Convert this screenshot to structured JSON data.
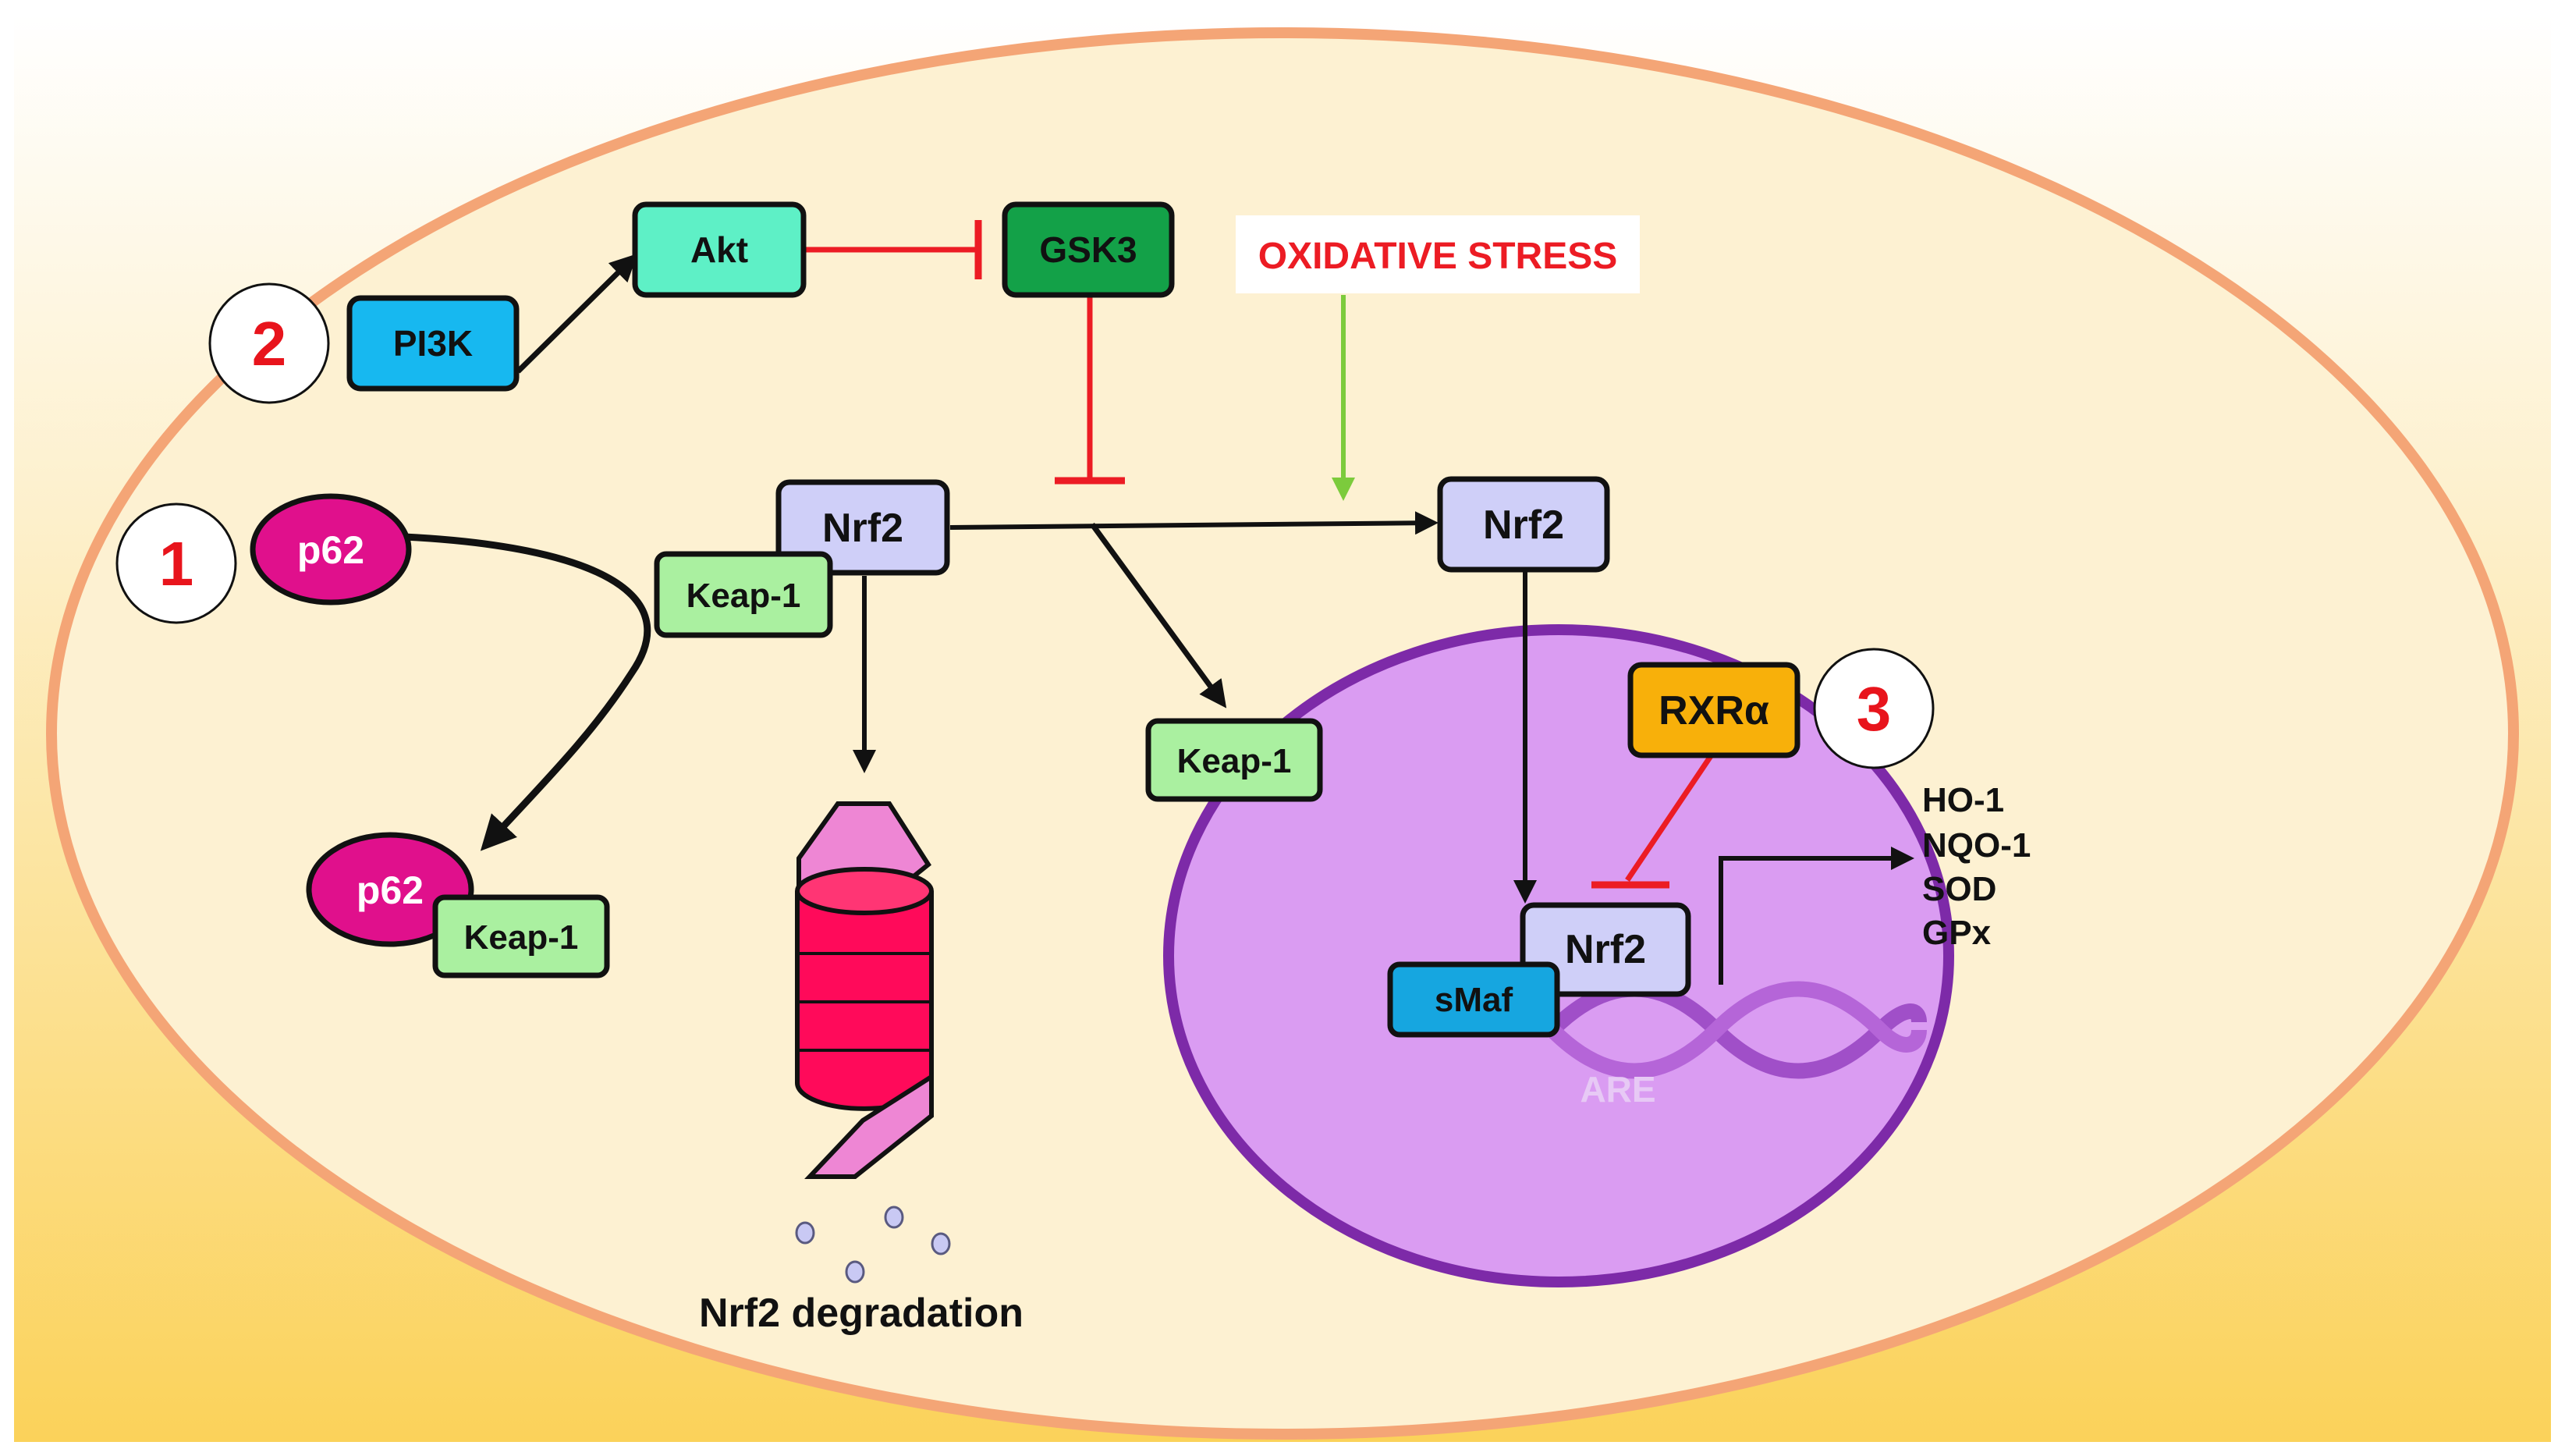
{
  "labels": {
    "pi3k": "PI3K",
    "akt": "Akt",
    "gsk3": "GSK3",
    "oxidative_stress": "OXIDATIVE STRESS",
    "p62_top": "p62",
    "nrf2_bound": "Nrf2",
    "keap1_bound": "Keap-1",
    "nrf2_free": "Nrf2",
    "keap1_free": "Keap-1",
    "p62_bottom": "p62",
    "keap1_p62": "Keap-1",
    "rxra": "RXRα",
    "nrf2_nuclear": "Nrf2",
    "smaf": "sMaf",
    "are": "ARE",
    "degradation": "Nrf2 degradation",
    "target_genes": [
      "HO-1",
      "NQO-1",
      "SOD",
      "GPx"
    ]
  },
  "markers": [
    "1",
    "2",
    "3"
  ],
  "colors": {
    "cell_fill_top": "#fdf5dc",
    "cell_fill_bottom": "#fae09a",
    "cell_border": "#f4a576",
    "nucleus_fill": "#d99af0",
    "nucleus_border": "#7d2aa8",
    "pi3k": "#17b8f0",
    "akt": "#5df0c6",
    "gsk3": "#12a046",
    "nrf2": "#cfcff8",
    "keap1": "#aaf0a0",
    "p62": "#e0108c",
    "rxra": "#f8b00a",
    "smaf": "#16a6e0",
    "proteasome": "#ff0a5a",
    "proteasome_ribbon": "#ef8ad6",
    "inhibition": "#ec1c24",
    "stress_arrow": "#7ccb3c",
    "stress_text": "#ec1c24",
    "marker_text": "#e8141c",
    "dna": "#a550c8"
  }
}
